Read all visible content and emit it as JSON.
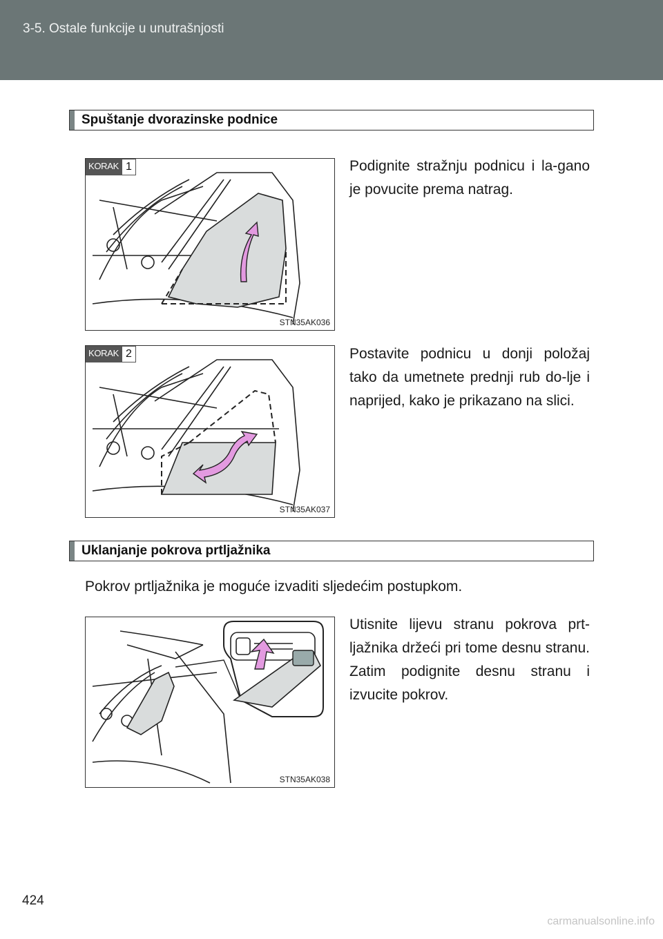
{
  "header": {
    "breadcrumb": "3-5. Ostale funkcije u unutrašnjosti"
  },
  "section1": {
    "title": "Spuštanje dvorazinske podnice",
    "steps": [
      {
        "korak": "KORAK",
        "number": "1",
        "code": "STN35AK036",
        "text": "Podignite stražnju podnicu i la-gano je povucite prema natrag."
      },
      {
        "korak": "KORAK",
        "number": "2",
        "code": "STN35AK037",
        "text": "Postavite podnicu u donji položaj tako da umetnete prednji rub do-lje i naprijed, kako je prikazano na slici."
      }
    ]
  },
  "section2": {
    "title": "Uklanjanje pokrova prtljažnika",
    "intro": "Pokrov prtljažnika je moguće izvaditi sljedećim postupkom.",
    "figure_code": "STN35AK038",
    "text": "Utisnite lijevu stranu pokrova prt-ljažnika držeći pri tome desnu stranu. Zatim podignite desnu stranu i izvucite pokrov."
  },
  "colors": {
    "header": "#6b7676",
    "accent": "#7a8585",
    "arrow": "#e39ae0"
  },
  "footer": {
    "page_number": "424",
    "watermark": "carmanualsonline.info"
  }
}
